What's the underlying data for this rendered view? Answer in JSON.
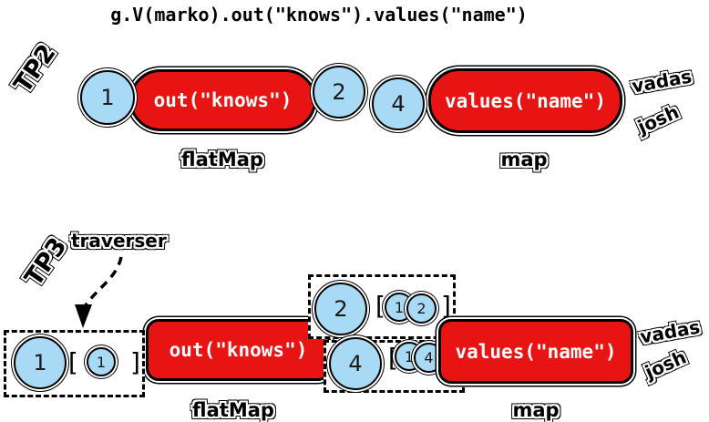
{
  "title": "g.V(marko).out(\"knows\").values(\"name\")",
  "colors": {
    "step_red": "#E81414",
    "traverser_blue": "#A9DAF5"
  },
  "symbols": {
    "bracket_open": "[",
    "bracket_close": "]"
  },
  "tp2": {
    "version_label": "TP2",
    "input_traverser": "1",
    "flatmap_step": {
      "label": "out(\"knows\")",
      "type_label": "flatMap"
    },
    "mid_traversers": [
      "2",
      "4"
    ],
    "map_step": {
      "label": "values(\"name\")",
      "type_label": "map"
    },
    "results": [
      "vadas",
      "josh"
    ]
  },
  "tp3": {
    "version_label": "TP3",
    "traverser_annotation": "traverser",
    "input_traverser": {
      "value": "1",
      "path": [
        "1"
      ]
    },
    "flatmap_step": {
      "label": "out(\"knows\")",
      "type_label": "flatMap"
    },
    "mid_traversers": [
      {
        "value": "2",
        "path": [
          "1",
          "2"
        ]
      },
      {
        "value": "4",
        "path": [
          "1",
          "4"
        ]
      }
    ],
    "map_step": {
      "label": "values(\"name\")",
      "type_label": "map"
    },
    "results": [
      "vadas",
      "josh"
    ]
  }
}
